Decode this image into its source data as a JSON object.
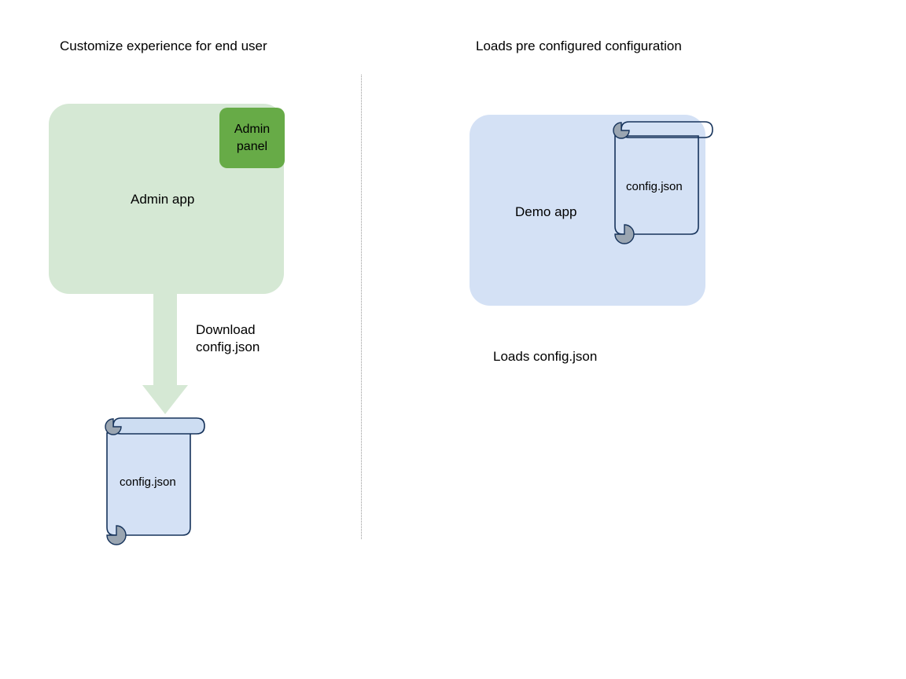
{
  "diagram": {
    "title_left": "Customize experience for end user",
    "title_right": "Loads pre configured configuration",
    "left_flow": {
      "app_box": {
        "label": "Admin app",
        "fill": "#d5e8d4",
        "badge": {
          "label": "Admin panel",
          "label_line1": "Admin",
          "label_line2": "panel",
          "fill": "#67ab47"
        }
      },
      "arrow": {
        "icon": "down-arrow-icon",
        "label_line1": "Download",
        "label_line2": "config.json",
        "fill": "#d5e8d4"
      },
      "document": {
        "icon": "scroll-document-icon",
        "label": "config.json",
        "fill": "#d4e1f5",
        "stroke": "#16335b",
        "curl_fill": "#9aa5b1"
      }
    },
    "right_flow": {
      "app_box": {
        "label": "Demo app",
        "fill": "#d4e1f5"
      },
      "document": {
        "icon": "scroll-document-icon",
        "label": "config.json",
        "fill": "none",
        "stroke": "#16335b",
        "curl_fill": "#9aa5b1"
      },
      "caption": "Loads config.json"
    },
    "divider": {
      "icon": "vertical-dotted-divider",
      "color": "#9a9a9a"
    }
  }
}
